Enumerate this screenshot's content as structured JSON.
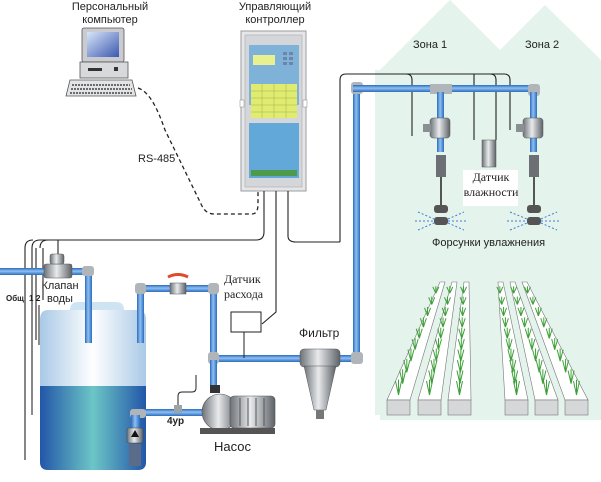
{
  "diagram": {
    "title": "Irrigation / humidification control system",
    "labels": {
      "pc_line1": "Персональный",
      "pc_line2": "компьютер",
      "controller_line1": "Управляющий",
      "controller_line2": "контроллер",
      "zone1": "Зона 1",
      "zone2": "Зона 2",
      "humidity_sensor_line1": "Датчик",
      "humidity_sensor_line2": "влажности",
      "nozzles": "Форсунки увлажнения",
      "rs485": "RS-485",
      "water_valve_line1": "Клапан",
      "water_valve_line2": "воды",
      "level_common": "Общ",
      "level_1": "1",
      "level_2": "2",
      "flow_sensor_line1": "Датчик",
      "flow_sensor_line2": "расхода",
      "filter": "Фильтр",
      "level_4": "4ур",
      "pump": "Насос"
    },
    "colors": {
      "pipe": "#3a7fd0",
      "pipe_light": "#7fb4ea",
      "fitting": "#a8adb3",
      "water_dark": "#2a5fb0",
      "water_light": "#6fc7c8",
      "tank_top": "#cfe4f3",
      "zone_bg": "#e4f3ec",
      "plant": "#3fa03a",
      "wire": "#222222"
    }
  }
}
